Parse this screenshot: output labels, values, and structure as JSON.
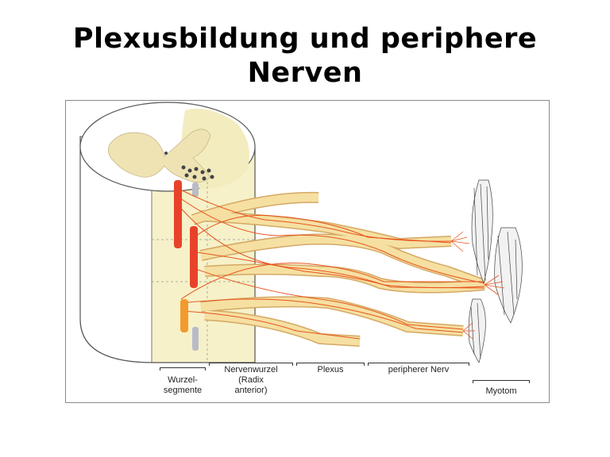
{
  "title": {
    "line1": "Plexusbildung und periphere",
    "line2": "Nerven"
  },
  "labels": {
    "wurzelsegmente_1": "Wurzel-",
    "wurzelsegmente_2": "segmente",
    "nervenwurzel_1": "Nervenwurzel",
    "nervenwurzel_2": "(Radix",
    "nervenwurzel_3": "anterior)",
    "plexus": "Plexus",
    "peripherer_nerv": "peripherer Nerv",
    "myotom": "Myotom"
  },
  "colors": {
    "cord_fill": "#f6f1c8",
    "nerve_fill": "#f5e0a2",
    "fiber_line": "#e8541e",
    "segment_red": "#e8432a",
    "segment_orange": "#f29a2e"
  }
}
